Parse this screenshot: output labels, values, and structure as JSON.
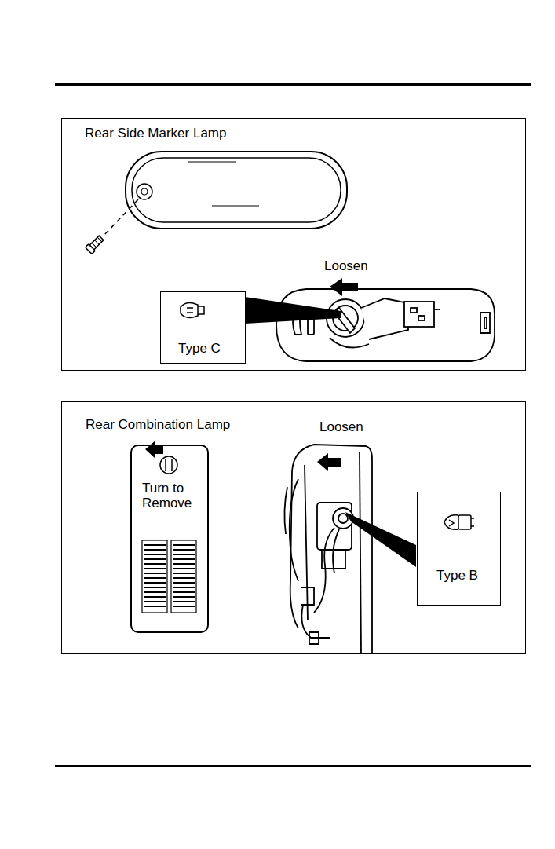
{
  "diagram": {
    "nodes": [
      {
        "text": [
          "Rear Side Marker Lamp",
          "Loosen"
        ]
      },
      {
        "text": [
          "Type C"
        ],
        "in": 0
      },
      {
        "text": [
          "Rear Combination Lamp",
          "Loosen"
        ]
      },
      {
        "text": [
          "Turn to Remove"
        ],
        "in": 2
      },
      {
        "text": [
          "Type B"
        ],
        "in": 2
      }
    ]
  }
}
